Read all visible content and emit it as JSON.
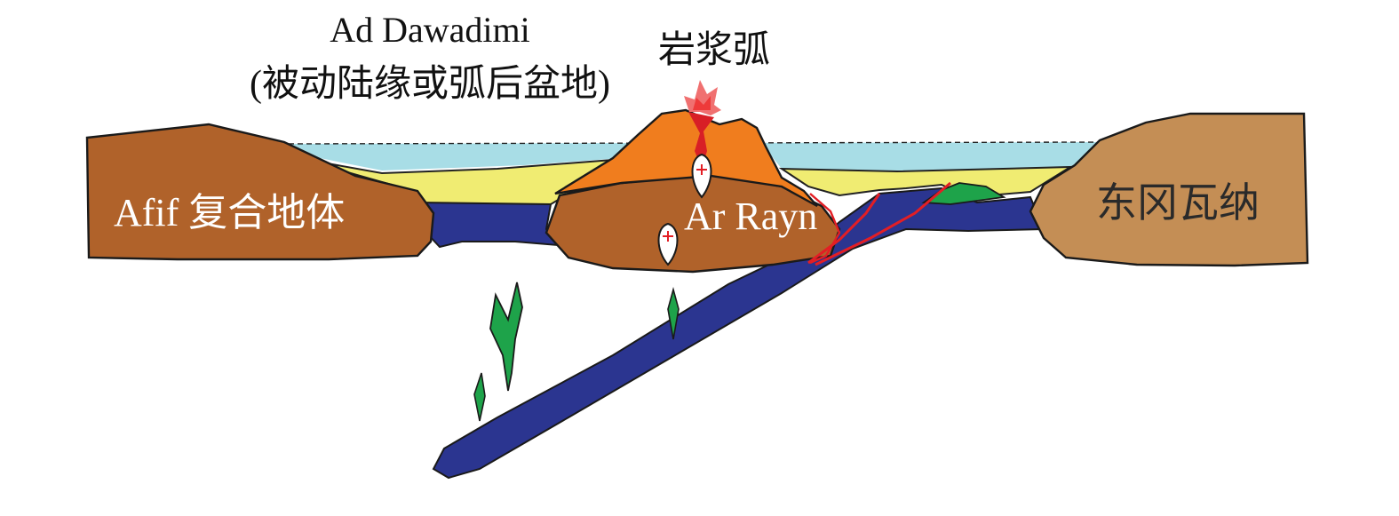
{
  "labels": {
    "basin_name": "Ad Dawadimi",
    "basin_desc": "(被动陆缘或弧后盆地)",
    "magmatic_arc": "岩浆弧",
    "afif": "Afif 复合地体",
    "ar_rayn": "Ar Rayn",
    "east_gondwana": "东冈瓦纳"
  },
  "colors": {
    "sea": "#a8dde6",
    "sediment": "#f0ec72",
    "terrane_brown": "#b0622a",
    "east_block": "#c48e55",
    "oceanic_crust": "#2b3590",
    "arc_volcano": "#f07d1e",
    "magma_red": "#e23a3a",
    "ophiolite_green": "#1ea34a",
    "fault_red": "#e31e24"
  },
  "icons": [
    "granite-pluton-icon",
    "volcanic-plume-icon",
    "magma-intrusion-icon"
  ]
}
